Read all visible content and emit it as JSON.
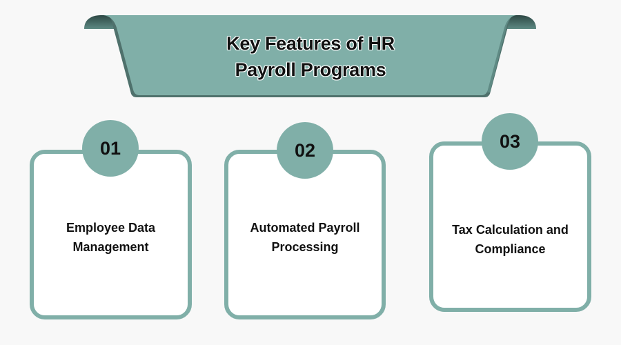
{
  "header": {
    "title_line1": "Key Features of HR",
    "title_line2": "Payroll Programs"
  },
  "colors": {
    "accent": "#80afa8",
    "accent_dark": "#3d5c57",
    "background": "#f8f8f8",
    "card_fill": "#ffffff",
    "text": "#111111"
  },
  "features": [
    {
      "number": "01",
      "label_line1": "Employee Data",
      "label_line2": "Management"
    },
    {
      "number": "02",
      "label_line1": "Automated Payroll",
      "label_line2": "Processing"
    },
    {
      "number": "03",
      "label_line1": "Tax Calculation and",
      "label_line2": "Compliance"
    }
  ]
}
